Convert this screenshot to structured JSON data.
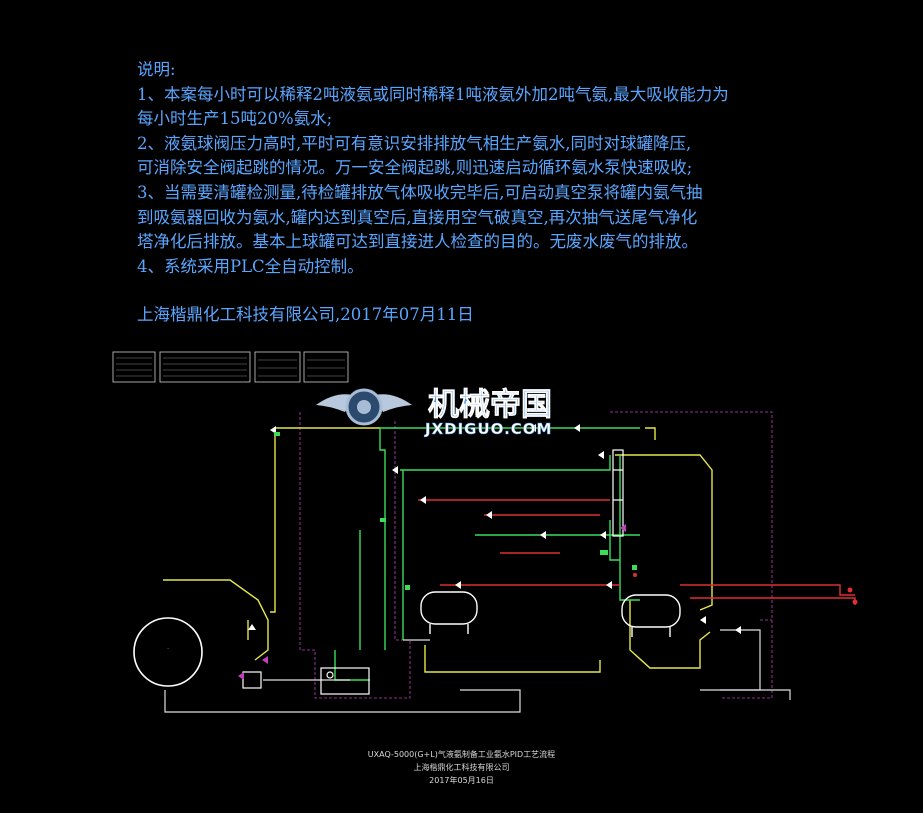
{
  "notes": {
    "heading": "说明:",
    "lines": [
      "1、本案每小时可以稀释2吨液氨或同时稀释1吨液氨外加2吨气氨,最大吸收能力为",
      "每小时生产15吨20%氨水;",
      "2、液氨球阀压力高时,平时可有意识安排排放气相生产氨水,同时对球罐降压,",
      "可消除安全阀起跳的情况。万一安全阀起跳,则迅速启动循环氨水泵快速吸收;",
      "3、当需要清罐检测量,待检罐排放气体吸收完毕后,可启动真空泵将罐内氨气抽",
      "到吸氨器回收为氨水,罐内达到真空后,直接用空气破真空,再次抽气送尾气净化",
      "塔净化后排放。基本上球罐可达到直接进人检查的目的。无废水废气的排放。",
      "4、系统采用PLC全自动控制。"
    ],
    "company_date": "上海楷鼎化工科技有限公司,2017年07月11日"
  },
  "watermark": {
    "title": "机械帝国",
    "url": "JXDIGUO.COM"
  },
  "title_block": {
    "line1": "UXAQ-5000(G+L)气液氨制备工业氨水PID工艺流程",
    "line2": "上海楷鼎化工科技有限公司",
    "line3": "2017年05月16日"
  },
  "colors": {
    "background": "#000000",
    "notes_text": "#5aa6ff",
    "line_yellow": "#e6e64a",
    "line_green": "#3ddc5a",
    "line_red": "#e03030",
    "line_magenta": "#c040c0",
    "equipment": "#ffffff",
    "watermark_blue": "#4a90d9"
  }
}
